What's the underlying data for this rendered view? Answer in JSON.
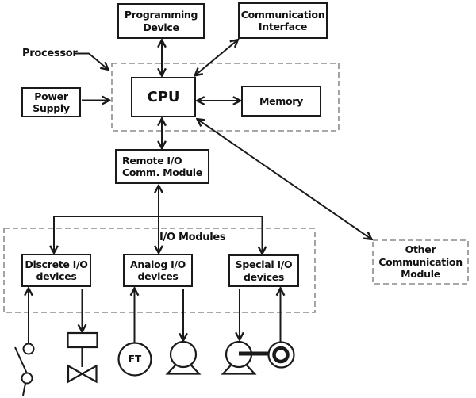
{
  "diagram_type": "PLC architecture block diagram",
  "colors": {
    "line": "#1a1a1a",
    "dashed_border": "#8c8c8c",
    "box_fill": "#ffffff",
    "background": "#ffffff",
    "text": "#111111"
  },
  "boxes": {
    "programming_device": "Programming\nDevice",
    "communication_interface": "Communication\nInterface",
    "power_supply": "Power\nSupply",
    "cpu": "CPU",
    "memory": "Memory",
    "remote_io": "Remote I/O\nComm. Module",
    "discrete_io": "Discrete I/O\ndevices",
    "analog_io": "Analog I/O\ndevices",
    "special_io": "Special I/O\ndevices",
    "other_comm": "Other\nCommunication\nModule"
  },
  "labels": {
    "processor": "Processor",
    "io_modules": "I/O Modules",
    "flow_transmitter": "FT"
  },
  "symbols": [
    "disconnect-switch-icon",
    "control-valve-icon",
    "flow-transmitter-icon",
    "pump-icon",
    "pump-with-motor-icon"
  ]
}
